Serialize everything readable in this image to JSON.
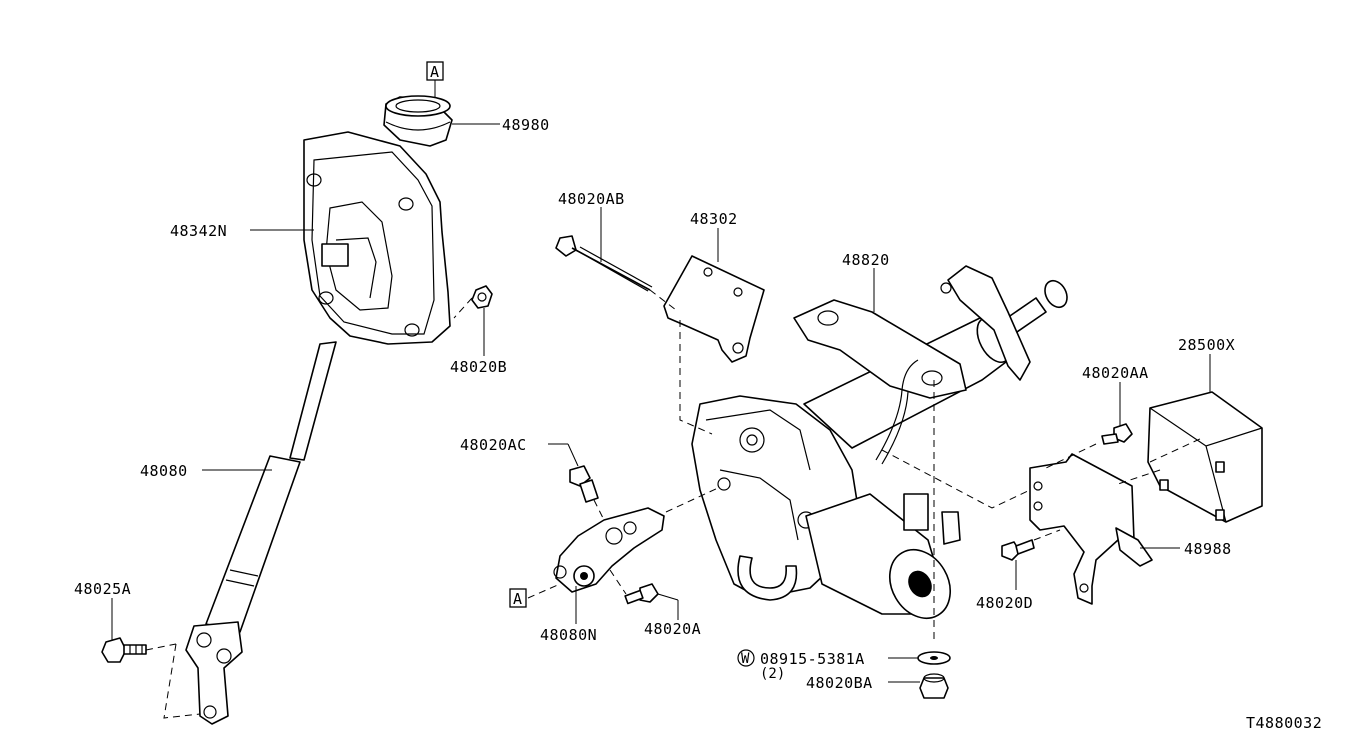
{
  "diagram": {
    "drawing_number": "T4880032",
    "callout_ref": "A",
    "washer_symbol": "W",
    "labels": {
      "p48980": "48980",
      "p48342N": "48342N",
      "p48020B": "48020B",
      "p48080": "48080",
      "p48025A": "48025A",
      "p48020AB": "48020AB",
      "p48302": "48302",
      "p48820": "48820",
      "p28500X": "28500X",
      "p48020AA": "48020AA",
      "p48020AC": "48020AC",
      "p48988": "48988",
      "p48020D": "48020D",
      "p48080N": "48080N",
      "p48020A": "48020A",
      "p08915": "08915-5381A",
      "p08915_qty": "(2)",
      "p48020BA": "48020BA"
    }
  }
}
